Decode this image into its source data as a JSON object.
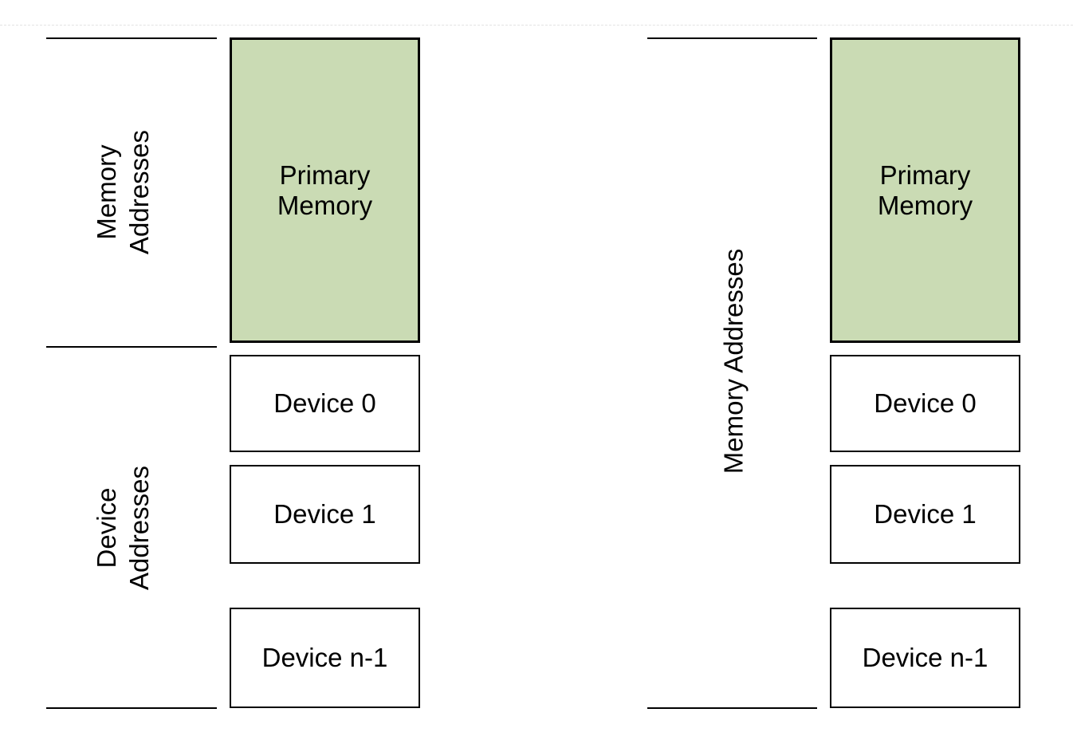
{
  "colors": {
    "memory_fill": "#cadbb4",
    "stroke": "#000000",
    "guide_line": "#e2e2e2"
  },
  "diagrams": [
    {
      "side": "left",
      "range_labels": [
        {
          "text": "Memory\nAddresses"
        },
        {
          "text": "Device\nAddresses"
        }
      ],
      "blocks": [
        {
          "label": "Primary\nMemory",
          "kind": "primary-memory"
        },
        {
          "label": "Device 0",
          "kind": "device"
        },
        {
          "label": "Device 1",
          "kind": "device"
        },
        {
          "label": "Device n-1",
          "kind": "device"
        }
      ]
    },
    {
      "side": "right",
      "range_labels": [
        {
          "text": "Memory Addresses"
        }
      ],
      "blocks": [
        {
          "label": "Primary\nMemory",
          "kind": "primary-memory"
        },
        {
          "label": "Device 0",
          "kind": "device"
        },
        {
          "label": "Device 1",
          "kind": "device"
        },
        {
          "label": "Device n-1",
          "kind": "device"
        }
      ]
    }
  ]
}
